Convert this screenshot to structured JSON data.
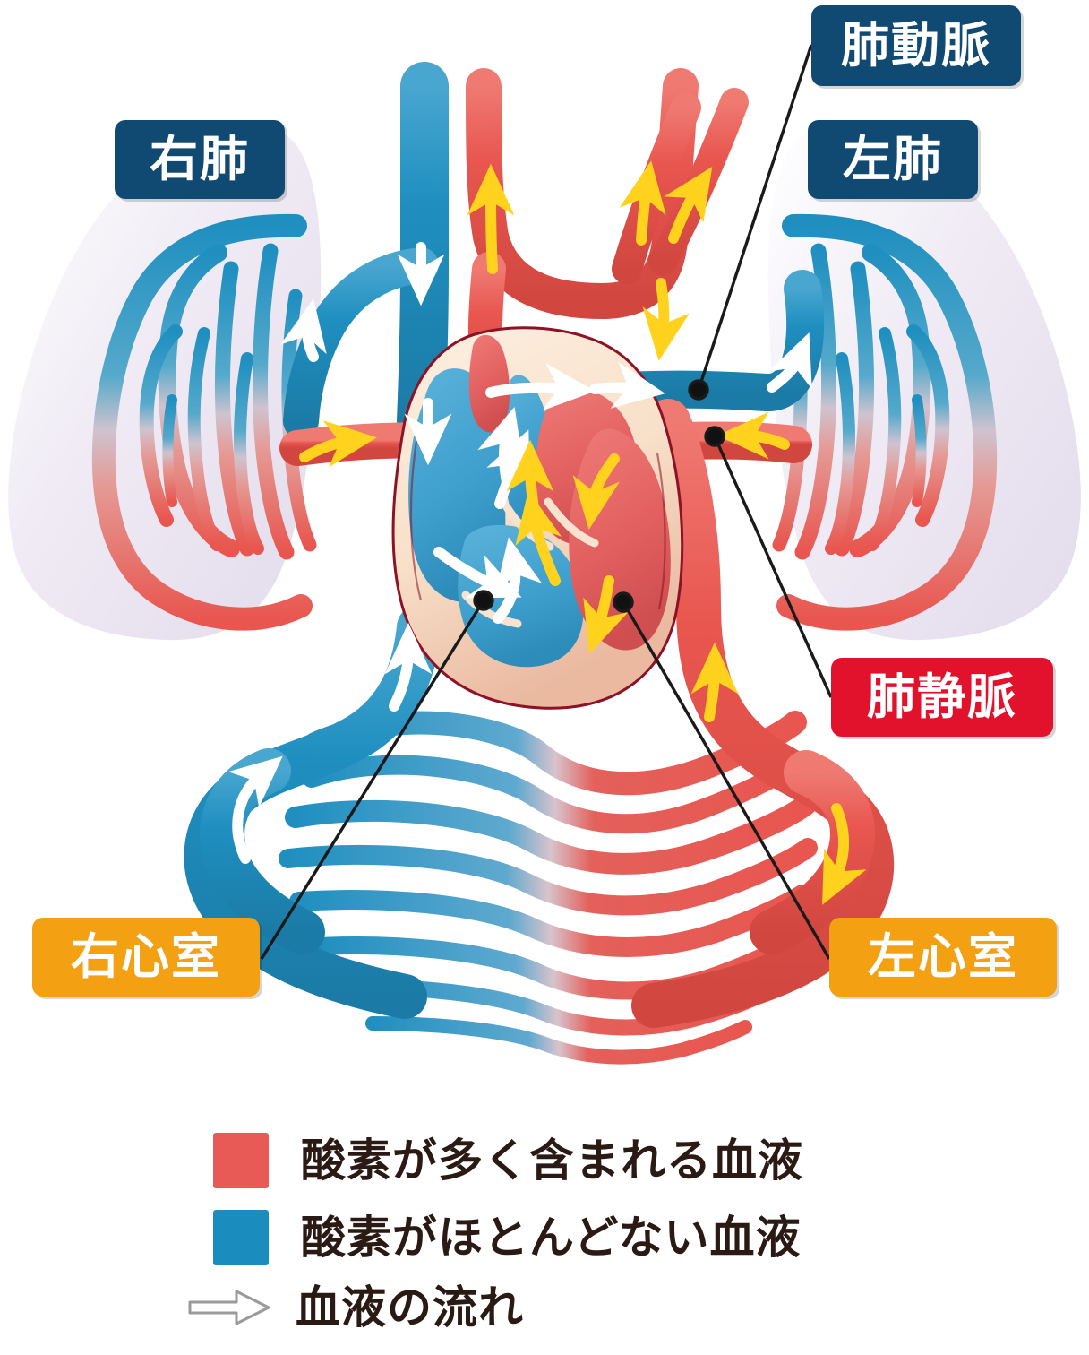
{
  "diagram": {
    "title_labels": [
      {
        "id": "pulmonary-artery",
        "text": "肺動脈",
        "color": "#104a72",
        "style": "navy"
      },
      {
        "id": "right-lung",
        "text": "右肺",
        "color": "#104a72",
        "style": "navy"
      },
      {
        "id": "left-lung",
        "text": "左肺",
        "color": "#104a72",
        "style": "navy"
      },
      {
        "id": "pulmonary-vein",
        "text": "肺静脈",
        "color": "#e3122c",
        "style": "red"
      },
      {
        "id": "right-ventricle",
        "text": "右心室",
        "color": "#f3a012",
        "style": "orange"
      },
      {
        "id": "left-ventricle",
        "text": "左心室",
        "color": "#f3a012",
        "style": "orange"
      }
    ],
    "labels": {
      "pulmonary_artery": "肺動脈",
      "right_lung": "右肺",
      "left_lung": "左肺",
      "pulmonary_vein": "肺静脈",
      "right_ventricle": "右心室",
      "left_ventricle": "左心室"
    }
  },
  "legend": {
    "items": [
      {
        "label": "酸素が多く含まれる血液",
        "swatch": "#e85a55",
        "type": "swatch"
      },
      {
        "label": "酸素がほとんどない血液",
        "swatch": "#1b8cbe",
        "type": "swatch"
      },
      {
        "label": "血液の流れ",
        "swatch": "#ffffff",
        "type": "arrow"
      }
    ],
    "oxygen_rich_label": "酸素が多く含まれる血液",
    "oxygen_poor_label": "酸素がほとんどない血液",
    "flow_label": "血液の流れ"
  },
  "colors": {
    "oxygen_rich_red": "#e85a55",
    "oxygen_poor_blue": "#1b8cbe",
    "artery_red": "#e8564f",
    "vein_blue": "#1f8fc0",
    "heart_wall": "#f7e3cf",
    "heart_outline": "#8d1226",
    "lung_tissue": "#ece7f2",
    "flow_arrow_white": "#ffffff",
    "flow_arrow_yellow": "#ffd21e",
    "leader_line": "#1a1a1a",
    "label_navy": "#104a72",
    "label_red": "#e3122c",
    "label_orange": "#f3a012",
    "legend_text": "#2b1a14"
  }
}
